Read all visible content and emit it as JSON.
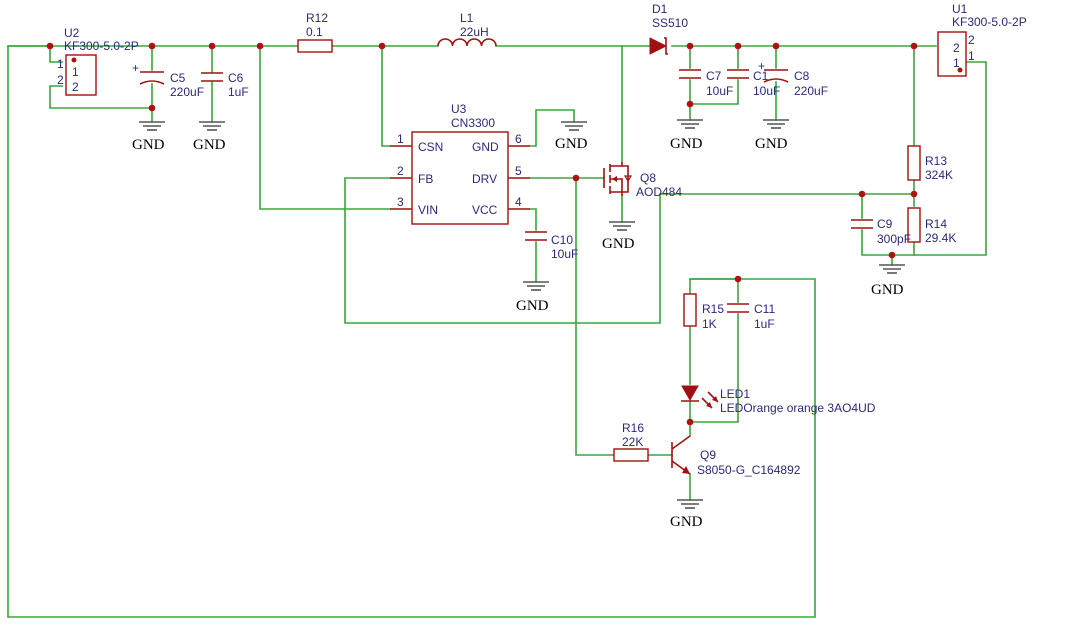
{
  "schematic": {
    "connectors": {
      "u2": {
        "ref": "U2",
        "value": "KF300-5.0-2P",
        "pins": [
          "1",
          "2"
        ],
        "inner_pins": [
          "1",
          "2"
        ]
      },
      "u1": {
        "ref": "U1",
        "value": "KF300-5.0-2P",
        "pins": [
          "2",
          "1"
        ],
        "inner_pins": [
          "2",
          "1"
        ]
      }
    },
    "ic": {
      "ref": "U3",
      "value": "CN3300",
      "pins": [
        {
          "num": "1",
          "name": "CSN"
        },
        {
          "num": "2",
          "name": "FB"
        },
        {
          "num": "3",
          "name": "VIN"
        },
        {
          "num": "6",
          "name": "GND"
        },
        {
          "num": "5",
          "name": "DRV"
        },
        {
          "num": "4",
          "name": "VCC"
        }
      ]
    },
    "resistors": {
      "r12": {
        "ref": "R12",
        "value": "0.1"
      },
      "r13": {
        "ref": "R13",
        "value": "324K"
      },
      "r14": {
        "ref": "R14",
        "value": "29.4K"
      },
      "r15": {
        "ref": "R15",
        "value": "1K"
      },
      "r16": {
        "ref": "R16",
        "value": "22K"
      }
    },
    "inductor": {
      "ref": "L1",
      "value": "22uH"
    },
    "diode": {
      "ref": "D1",
      "value": "SS510"
    },
    "capacitors": {
      "c5": {
        "ref": "C5",
        "value": "220uF"
      },
      "c6": {
        "ref": "C6",
        "value": "1uF"
      },
      "c7": {
        "ref": "C7",
        "value": "10uF"
      },
      "c1": {
        "ref": "C1",
        "value": "10uF"
      },
      "c8": {
        "ref": "C8",
        "value": "220uF"
      },
      "c9": {
        "ref": "C9",
        "value": "300pF"
      },
      "c10": {
        "ref": "C10",
        "value": "10uF"
      },
      "c11": {
        "ref": "C11",
        "value": "1uF"
      }
    },
    "mosfet": {
      "ref": "Q8",
      "value": "AOD484"
    },
    "transistor": {
      "ref": "Q9",
      "value": "S8050-G_C164892"
    },
    "led": {
      "ref": "LED1",
      "value": "LEDOrange orange 3AO4UD"
    },
    "polarity_mark": "+",
    "ground_label": "GND",
    "colors": {
      "wire": "#3aa53a",
      "part": "#a01010",
      "label": "#2a2a7a",
      "junction": "#b01010"
    }
  }
}
